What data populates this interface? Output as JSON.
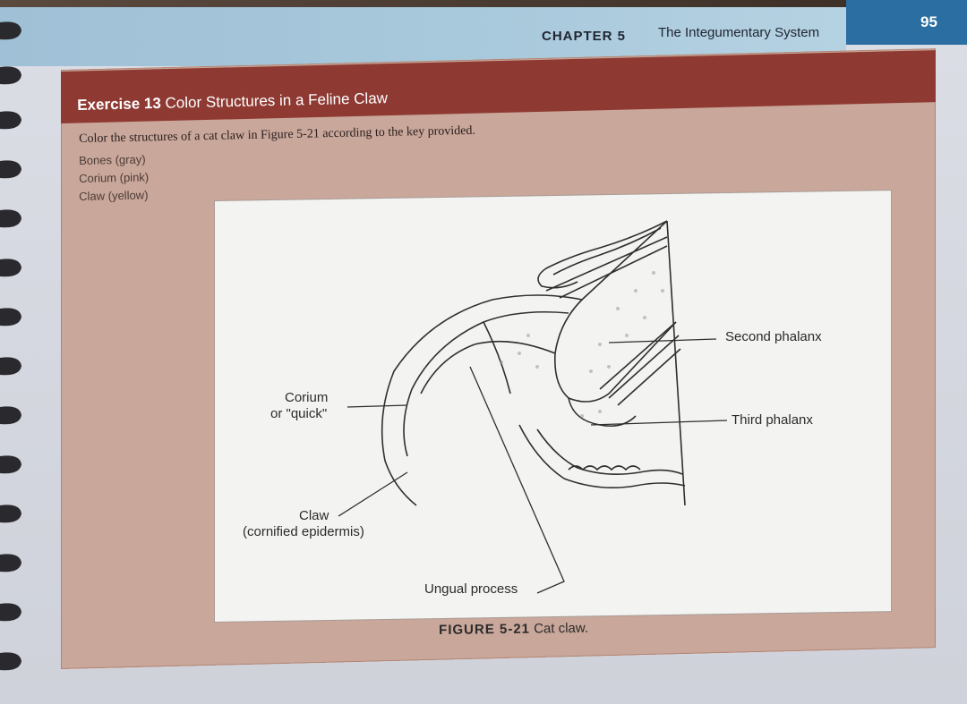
{
  "header": {
    "chapter_label": "CHAPTER 5",
    "chapter_title": "The Integumentary System",
    "page_number": "95"
  },
  "exercise": {
    "number_label": "Exercise 13",
    "title": "Color Structures in a Feline Claw",
    "instruction": "Color the structures of a cat claw in Figure 5-21 according to the key provided.",
    "key": [
      "Bones (gray)",
      "Corium (pink)",
      "Claw (yellow)"
    ]
  },
  "figure": {
    "labels": {
      "corium_line1": "Corium",
      "corium_line2": "or \"quick\"",
      "claw_line1": "Claw",
      "claw_line2": "(cornified epidermis)",
      "ungual": "Ungual process",
      "second_phalanx": "Second phalanx",
      "third_phalanx": "Third phalanx"
    },
    "caption_number": "FIGURE 5-21",
    "caption_text": "Cat claw."
  },
  "colors": {
    "header_band": "#a9c9dc",
    "page_number_box": "#2b6ea1",
    "exercise_bar": "#8e3a33",
    "exercise_bg": "#c9a79a"
  }
}
